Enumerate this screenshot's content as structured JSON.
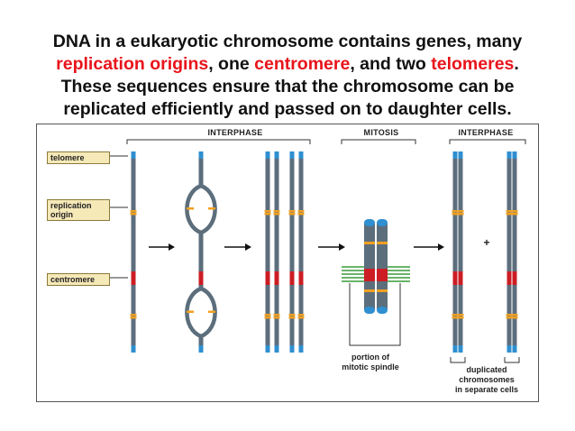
{
  "caption": {
    "line1": "DNA in a eukaryotic chromosome contains genes, many",
    "line2_hl1": "replication origins",
    "line2_t1": ", one ",
    "line2_hl2": "centromere",
    "line2_t2": ", and two ",
    "line2_hl3": "telomeres",
    "line2_t3": ".",
    "line3": "These sequences ensure that the chromosome can be",
    "line4": "replicated efficiently and passed on to daughter cells."
  },
  "figure": {
    "labels": {
      "telomere": "telomere",
      "origin_line1": "replication",
      "origin_line2": "origin",
      "centromere": "centromere"
    },
    "phases": {
      "interphase_left": "INTERPHASE",
      "mitosis": "MITOSIS",
      "interphase_right": "INTERPHASE"
    },
    "annotations": {
      "spindle_line1": "portion of",
      "spindle_line2": "mitotic spindle",
      "plus": "+",
      "duplicated_line1": "duplicated",
      "duplicated_line2": "chromosomes",
      "duplicated_line3": "in separate cells"
    }
  },
  "colors": {
    "highlight": "#e8141b",
    "dna_blue": "#2f8fd0",
    "dna_gray": "#5c6e7c",
    "origin_orange": "#f0a020",
    "centromere_red": "#cc1d24",
    "label_fill": "#f6e9b8",
    "spindle_green": "#3a9a3a"
  },
  "icons": [
    "arrow-right-icon"
  ]
}
